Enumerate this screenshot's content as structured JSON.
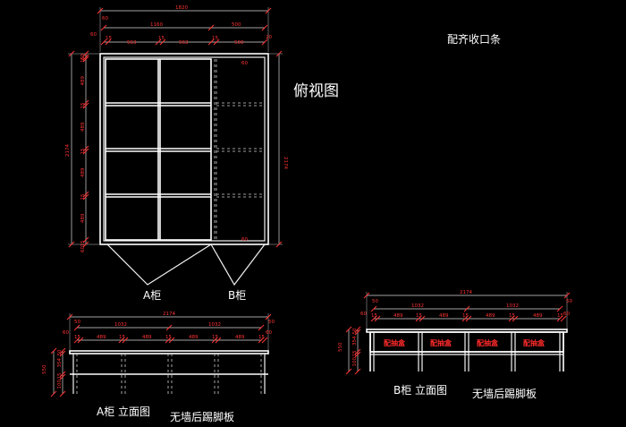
{
  "labels": {
    "top_view": "俯视图",
    "align_edge": "配齐收口条",
    "cabinet_a": "A柜",
    "cabinet_b": "B柜",
    "a_elevation": "A柜 立面图",
    "b_elevation": "B柜 立面图",
    "kick_board_left": "无墙后踢脚板",
    "kick_board_right": "无墙后踢脚板",
    "drawer": "配抽盒"
  },
  "plan_dims": {
    "overall_width": "1820",
    "a_width": "1160",
    "b_width": "500",
    "left_gap": "60",
    "left_gap2": "60",
    "right_gap": "20",
    "seg1": "15",
    "bay1": "563",
    "seg2": "15",
    "bay2": "563",
    "seg3": "15",
    "bay3": "500",
    "left_total": "2174",
    "right_total": "2174",
    "left_seq": [
      "60",
      "15",
      "489",
      "15",
      "489",
      "15",
      "489",
      "15",
      "489",
      "15",
      "60"
    ],
    "corner_top": "60",
    "corner_bottom": "60"
  },
  "a_elev_dims": {
    "overall": "2174",
    "half_left": "1032",
    "half_right": "1032",
    "left_end": "50",
    "right_end": "50",
    "left_end2": "60",
    "right_end2": "60",
    "bays": [
      "15",
      "489",
      "15",
      "489",
      "15",
      "489",
      "15",
      "489",
      "15"
    ],
    "height_total": "550",
    "height_seq": [
      "50",
      "354",
      "15",
      "100"
    ]
  },
  "b_elev_dims": {
    "overall": "2174",
    "half_left": "1032",
    "half_right": "1032",
    "left_end": "50",
    "right_end": "50",
    "left_end2": "60",
    "right_end2": "60",
    "bays": [
      "15",
      "489",
      "15",
      "489",
      "15",
      "489",
      "15",
      "489",
      "15"
    ],
    "height_total": "550",
    "height_seq": [
      "50",
      "354",
      "15",
      "100"
    ]
  }
}
